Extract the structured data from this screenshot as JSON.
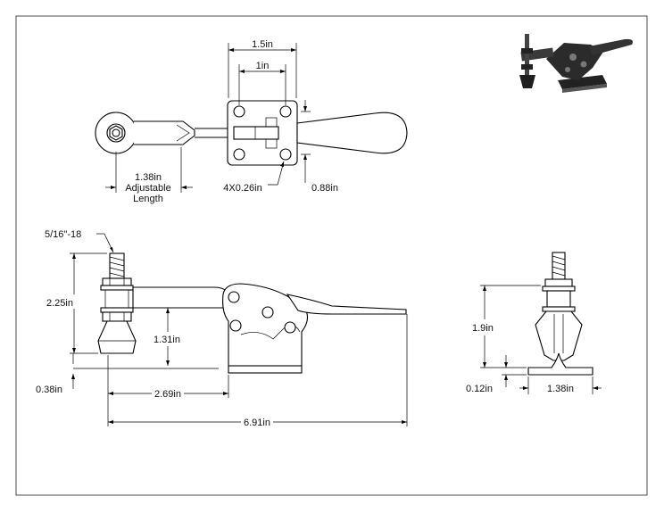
{
  "drawing": {
    "top_view": {
      "width_outer": "1.5in",
      "width_inner": "1in",
      "adjustable_length_value": "1.38in",
      "adjustable_length_word1": "Adjustable",
      "adjustable_length_word2": "Length",
      "holes": "4X0.26in",
      "hole_spacing": "0.88in"
    },
    "side_view": {
      "thread": "5/16\"-18",
      "height_total": "2.25in",
      "spindle_height": "1.31in",
      "base_offset": "0.38in",
      "spindle_to_base": "2.69in",
      "overall_length": "6.91in"
    },
    "end_view": {
      "height": "1.9in",
      "base_thickness": "0.12in",
      "base_width": "1.38in"
    }
  }
}
